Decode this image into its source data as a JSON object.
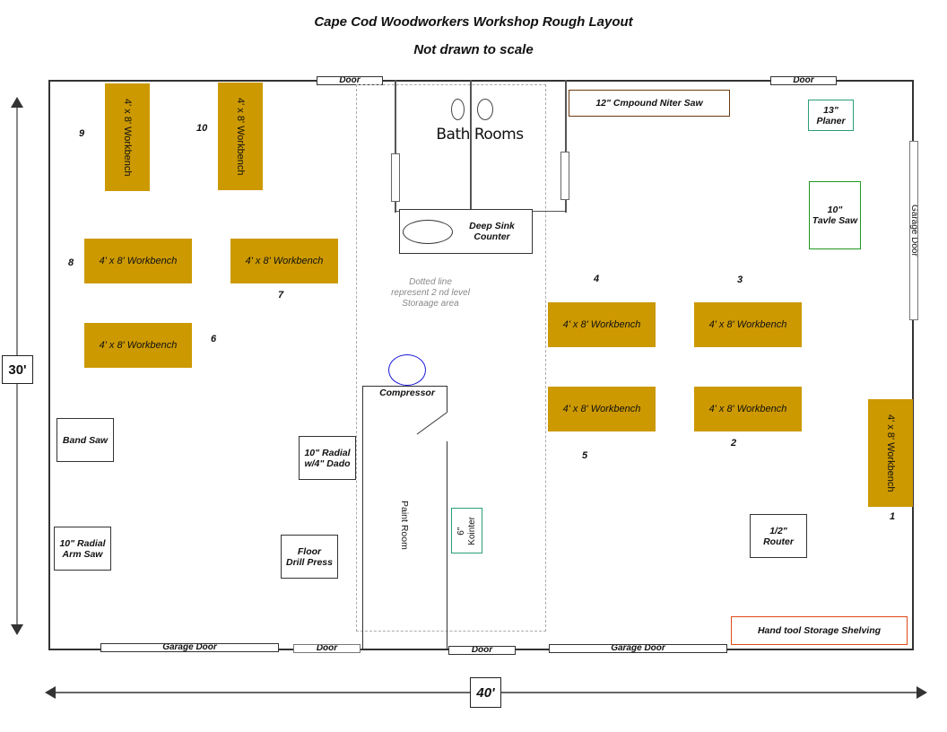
{
  "header": {
    "title": "Cape Cod Woodworkers Workshop Rough Layout",
    "subtitle": "Not drawn to scale"
  },
  "dimensions": {
    "height_label": "30'",
    "width_label": "40'"
  },
  "doors": {
    "top_left": "Door",
    "top_right": "Door",
    "right_garage": "Garage Door",
    "bottom_garage_left": "Garage Door",
    "bottom_door_left": "Door",
    "bottom_door_center": "Door",
    "bottom_garage_right": "Garage Door"
  },
  "rooms": {
    "bathrooms": "Bath Rooms",
    "sink": "Deep  Sink Counter",
    "sink_line1": "Deep  Sink",
    "sink_line2": "Counter",
    "paint_room": "Paint Room",
    "compressor": "Compressor",
    "storage_note_line1": "Dotted line",
    "storage_note_line2": "represent 2 nd level",
    "storage_note_line3": "Storaage area"
  },
  "workbench_label": "4' x 8' Workbench",
  "workbenches": [
    {
      "number": "1",
      "label": "4' x 8' Workbench",
      "orientation": "vertical"
    },
    {
      "number": "2",
      "label": "4' x 8' Workbench",
      "orientation": "horizontal"
    },
    {
      "number": "3",
      "label": "4' x 8' Workbench",
      "orientation": "horizontal"
    },
    {
      "number": "4",
      "label": "4' x 8' Workbench",
      "orientation": "horizontal"
    },
    {
      "number": "5",
      "label": "4' x 8' Workbench",
      "orientation": "horizontal"
    },
    {
      "number": "6",
      "label": "4' x 8' Workbench",
      "orientation": "horizontal"
    },
    {
      "number": "7",
      "label": "4' x 8' Workbench",
      "orientation": "horizontal"
    },
    {
      "number": "8",
      "label": "4' x 8' Workbench",
      "orientation": "horizontal"
    },
    {
      "number": "9",
      "label": "4' x 8' Workbench",
      "orientation": "vertical"
    },
    {
      "number": "10",
      "label": "4' x 8' Workbench",
      "orientation": "vertical"
    }
  ],
  "machines": {
    "miter_saw": "12\" Cmpound Niter Saw",
    "planer_line1": "13\"",
    "planer_line2": "Planer",
    "table_saw_line1": "10\"",
    "table_saw_line2": "Tavle Saw",
    "band_saw": "Band  Saw",
    "radial_dado_line1": "10\" Radial",
    "radial_dado_line2": "w/4\" Dado",
    "radial_arm_line1": "10\" Radial",
    "radial_arm_line2": "Arm  Saw",
    "drill_press_line1": "Floor",
    "drill_press_line2": "Drill Press",
    "jointer_line1": "6\"",
    "jointer_line2": "Kointer",
    "router_line1": "1/2\"",
    "router_line2": "Router",
    "shelving": "Hand tool Storage Shelving"
  },
  "colors": {
    "workbench": "#cc9900",
    "miter_saw_border": "#6b3a10",
    "planer_border": "#2a9d78",
    "table_saw_border": "#1e9a1e",
    "jointer_border": "#2a9d78",
    "shelving_border": "#e04a1a",
    "compressor_tank": "#1a1ad9",
    "storage_dashed": "#aaaaaa"
  }
}
